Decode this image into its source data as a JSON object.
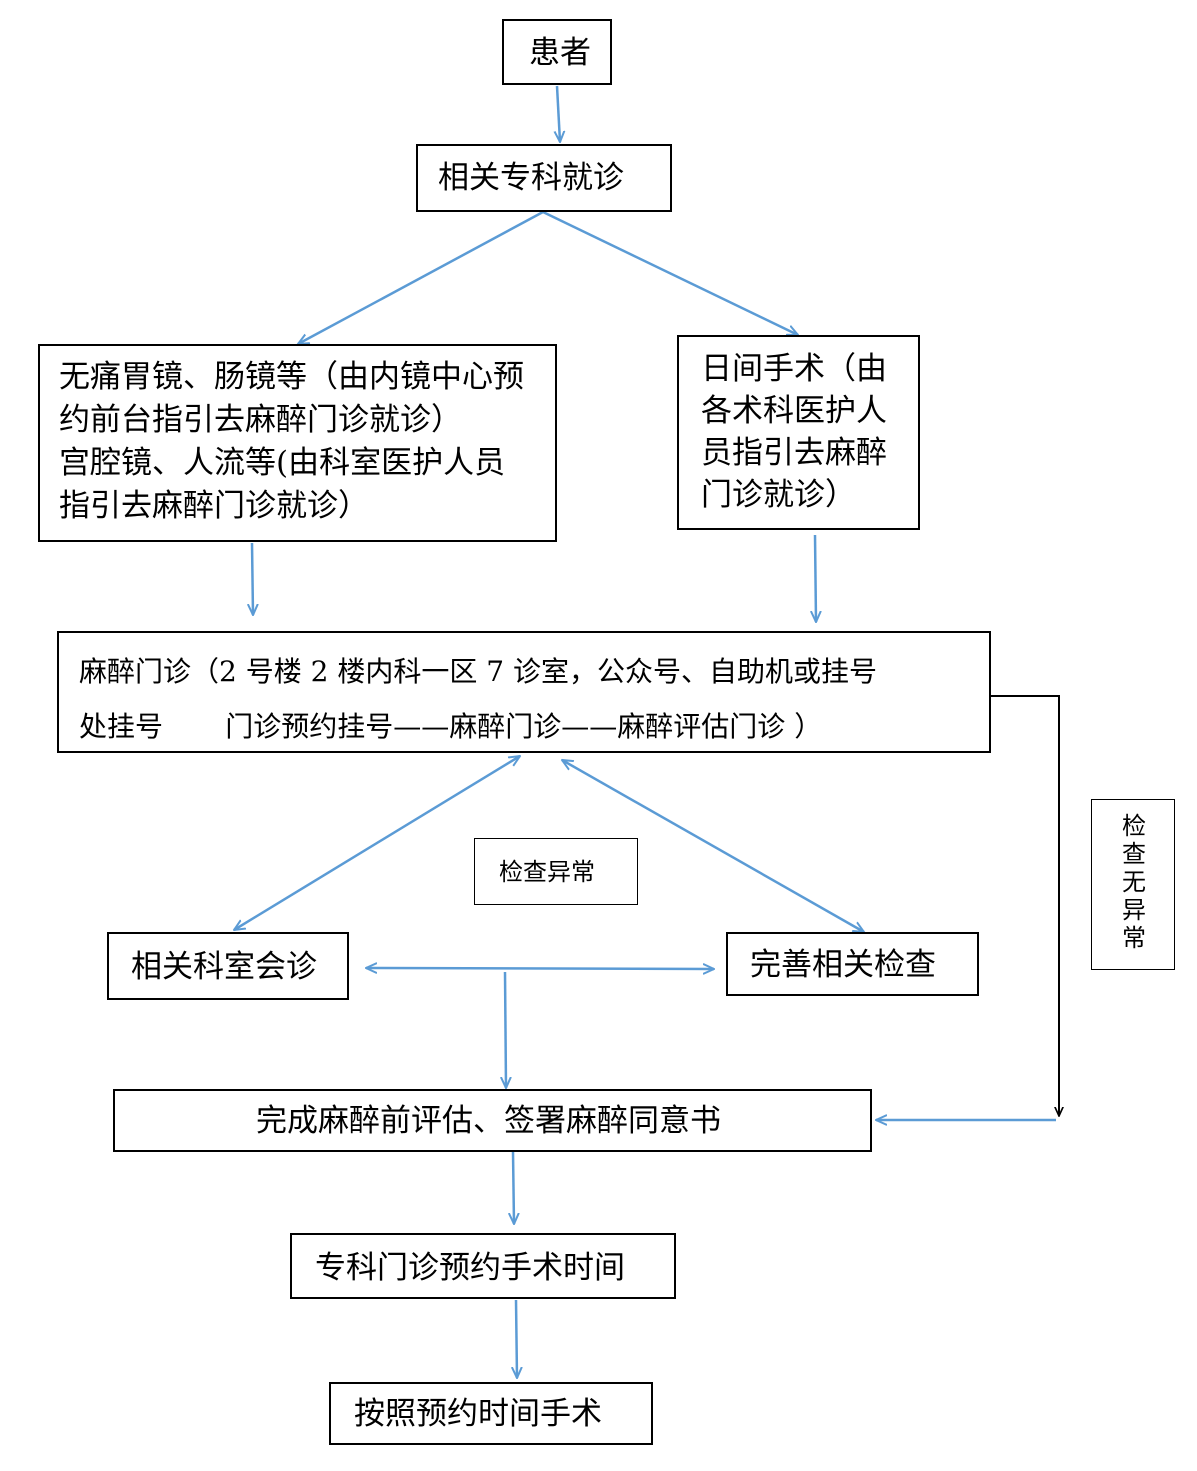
{
  "nodes": {
    "patient": "患者",
    "specialist_visit": "相关专科就诊",
    "endoscopy_line1": "无痛胃镜、肠镜等（由内镜中心预",
    "endoscopy_line2": "约前台指引去麻醉门诊就诊）",
    "endoscopy_line3": "宫腔镜、人流等(由科室医护人员",
    "endoscopy_line4": "指引去麻醉门诊就诊）",
    "day_surgery_line1": "日间手术（由",
    "day_surgery_line2": "各术科医护人",
    "day_surgery_line3": "员指引去麻醉",
    "day_surgery_line4": "门诊就诊）",
    "anesthesia_clinic_line1": "麻醉门诊（2 号楼 2 楼内科一区 7 诊室，公众号、自助机或挂号",
    "anesthesia_clinic_line2": "处挂号       门诊预约挂号——麻醉门诊——麻醉评估门诊 ）",
    "exam_abnormal": "检查异常",
    "exam_normal": [
      "检",
      "查",
      "无",
      "异",
      "常"
    ],
    "consultation": "相关科室会诊",
    "complete_exams": "完善相关检查",
    "pre_assessment": "完成麻醉前评估、签署麻醉同意书",
    "schedule_surgery": "专科门诊预约手术时间",
    "surgery": "按照预约时间手术"
  },
  "colors": {
    "arrow": "#5b9bd5",
    "border": "#000000"
  }
}
